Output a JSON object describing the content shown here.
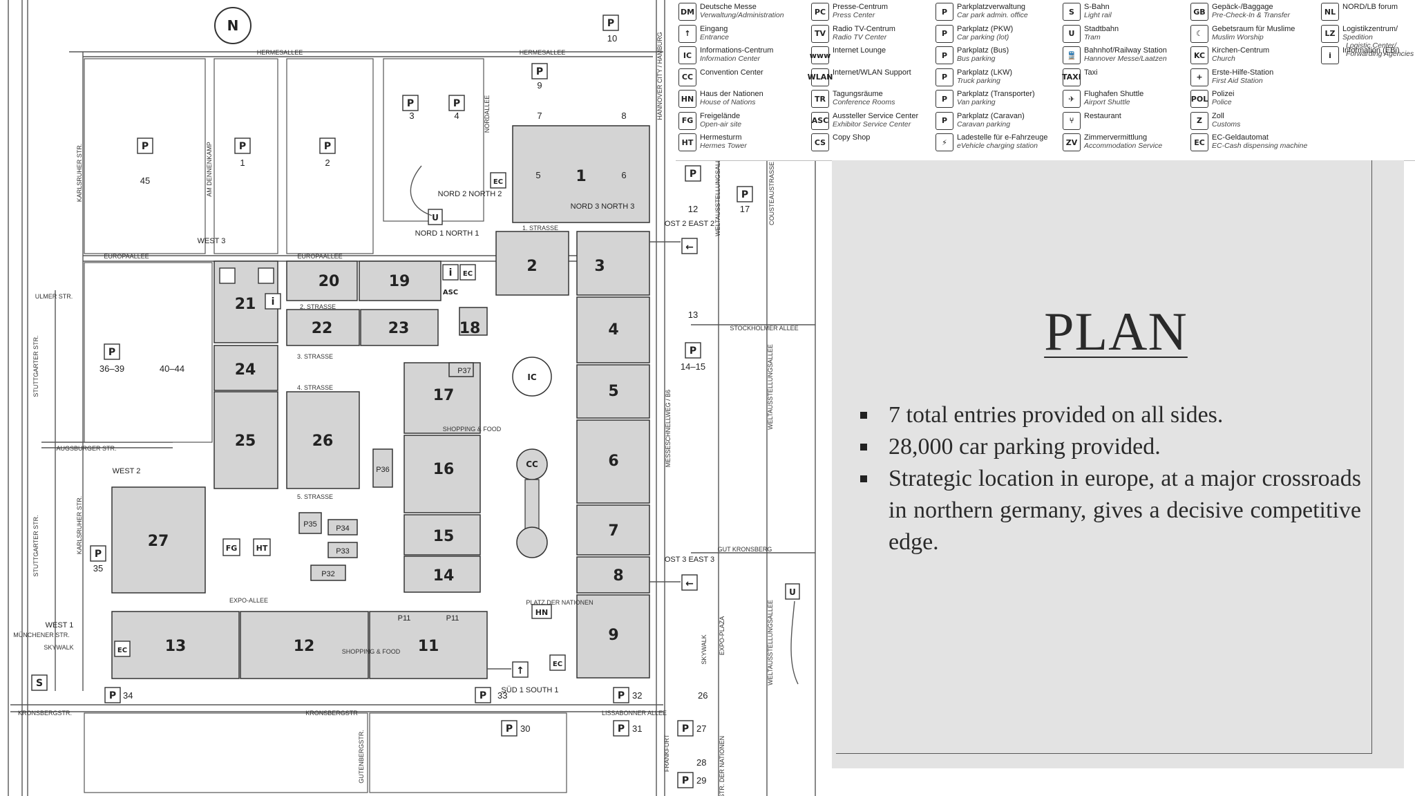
{
  "slide": {
    "title": "PLAN",
    "bullets": [
      "7 total entries provided on all sides.",
      "28,000 car parking provided.",
      "Strategic location in europe, at a major crossroads in northern germany, gives a decisive competitive edge."
    ]
  },
  "legend": {
    "items": [
      {
        "icon": "DM",
        "de": "Deutsche Messe",
        "en": "Verwaltung/Administration"
      },
      {
        "icon": "↑",
        "de": "Eingang",
        "en": "Entrance"
      },
      {
        "icon": "IC",
        "de": "Informations-Centrum",
        "en": "Information Center"
      },
      {
        "icon": "CC",
        "de": "Convention Center",
        "en": ""
      },
      {
        "icon": "HN",
        "de": "Haus der Nationen",
        "en": "House of Nations"
      },
      {
        "icon": "FG",
        "de": "Freigelände",
        "en": "Open-air site"
      },
      {
        "icon": "HT",
        "de": "Hermesturm",
        "en": "Hermes Tower"
      },
      {
        "icon": "PC",
        "de": "Presse-Centrum",
        "en": "Press Center"
      },
      {
        "icon": "TV",
        "de": "Radio TV-Centrum",
        "en": "Radio TV Center"
      },
      {
        "icon": "www",
        "de": "Internet Lounge",
        "en": ""
      },
      {
        "icon": "WLAN",
        "de": "Internet/WLAN Support",
        "en": ""
      },
      {
        "icon": "TR",
        "de": "Tagungsräume",
        "en": "Conference Rooms"
      },
      {
        "icon": "ASC",
        "de": "Aussteller Service Center",
        "en": "Exhibitor Service Center"
      },
      {
        "icon": "CS",
        "de": "Copy Shop",
        "en": ""
      },
      {
        "icon": "P",
        "de": "Parkplatzverwaltung",
        "en": "Car park admin. office"
      },
      {
        "icon": "P",
        "de": "Parkplatz (PKW)",
        "en": "Car parking (lot)"
      },
      {
        "icon": "P",
        "de": "Parkplatz (Bus)",
        "en": "Bus parking"
      },
      {
        "icon": "P",
        "de": "Parkplatz (LKW)",
        "en": "Truck parking"
      },
      {
        "icon": "P",
        "de": "Parkplatz (Transporter)",
        "en": "Van parking"
      },
      {
        "icon": "P",
        "de": "Parkplatz (Caravan)",
        "en": "Caravan parking"
      },
      {
        "icon": "⚡",
        "de": "Ladestelle für e-Fahrzeuge",
        "en": "eVehicle charging station"
      },
      {
        "icon": "S",
        "de": "S-Bahn",
        "en": "Light rail"
      },
      {
        "icon": "U",
        "de": "Stadtbahn",
        "en": "Tram"
      },
      {
        "icon": "🚆",
        "de": "Bahnhof/Railway Station",
        "en": "Hannover Messe/Laatzen"
      },
      {
        "icon": "TAXI",
        "de": "Taxi",
        "en": ""
      },
      {
        "icon": "✈",
        "de": "Flughafen Shuttle",
        "en": "Airport Shuttle"
      },
      {
        "icon": "⑂",
        "de": "Restaurant",
        "en": ""
      },
      {
        "icon": "ZV",
        "de": "Zimmervermittlung",
        "en": "Accommodation Service"
      },
      {
        "icon": "GB",
        "de": "Gepäck-/Baggage",
        "en": "Pre-Check-In & Transfer"
      },
      {
        "icon": "☾",
        "de": "Gebetsraum für Muslime",
        "en": "Muslim Worship"
      },
      {
        "icon": "KC",
        "de": "Kirchen-Centrum",
        "en": "Church"
      },
      {
        "icon": "+",
        "de": "Erste-Hilfe-Station",
        "en": "First Aid Station"
      },
      {
        "icon": "POL",
        "de": "Polizei",
        "en": "Police"
      },
      {
        "icon": "Z",
        "de": "Zoll",
        "en": "Customs"
      },
      {
        "icon": "EC",
        "de": "EC-Geldautomat",
        "en": "EC-Cash dispensing machine"
      },
      {
        "icon": "NL",
        "de": "NORD/LB forum",
        "en": ""
      },
      {
        "icon": "LZ",
        "de": "Logistikzentrum/",
        "en": "Spedition"
      },
      {
        "icon": "i",
        "de": "Information (EBi)",
        "en": ""
      }
    ],
    "logistics_extra": "Logistic Center/ Forwarding Agencies"
  },
  "map": {
    "compass": "N",
    "streets": {
      "hermesallee_left": "HERMESALLEE",
      "hermesallee_right": "HERMESALLEE",
      "europaallee_left": "EUROPAALLEE",
      "europaallee_mid": "EUROPAALLEE",
      "ulmer": "ULMER STR.",
      "augsburger": "AUGSBURGER STR.",
      "expo_allee": "EXPO-ALLEE",
      "kronsberg_left": "KRONSBERGSTR.",
      "kronsberg_mid": "KRONSBERGSTR",
      "lissabonner": "LISSABONNER ALLEE",
      "stockholmer": "STOCKHOLMER ALLEE",
      "gut_kronsberg": "GUT KRONSBERG",
      "muenchener": "MÜNCHENER STR.",
      "skywalk": "SKYWALK",
      "strasse1": "1. STRASSE",
      "strasse2": "2. STRASSE",
      "strasse3": "3. STRASSE",
      "strasse4": "4. STRASSE",
      "strasse5": "5. STRASSE",
      "karlsruher": "KARLSRUHER STR.",
      "stuttgarter": "STUTTGARTER STR.",
      "am_dennenkamp": "AM DENNENKAMP",
      "messeschnellweg": "MESSESCHNELLWEG / B6",
      "weltausstellung": "WELTAUSSTELLUNGSALLEE",
      "frankfurt": "FRANKFURT",
      "hannover_city": "HANNOVER CITY / HAMBURG",
      "platz": "PLATZ DER NATIONEN",
      "shopping": "SHOPPING & FOOD",
      "expo_plaza": "EXPO-PLAZA",
      "skywalk_v": "SKYWALK",
      "str_der_nationen": "STR. DER NATIONEN",
      "nordallee": "NORDALLEE",
      "coustausstrasse": "COUSTEAUSTRASSE",
      "gutenberg": "GUTENBERGSTR."
    },
    "entrances": {
      "nord1": "NORD 1\nNORTH 1",
      "nord2": "NORD 2\nNORTH 2",
      "nord3": "NORD 3\nNORTH 3",
      "west1": "WEST 1",
      "west2": "WEST 2",
      "west3": "WEST 3",
      "ost2": "OST 2\nEAST 2",
      "ost3": "OST 3\nEAST 3",
      "sued1": "SÜD 1\nSOUTH 1"
    },
    "halls": [
      "1",
      "2",
      "3",
      "4",
      "5",
      "6",
      "7",
      "8",
      "9",
      "11",
      "12",
      "13",
      "14",
      "15",
      "16",
      "17",
      "18",
      "19",
      "20",
      "21",
      "22",
      "23",
      "24",
      "25",
      "26",
      "27"
    ],
    "parking": [
      "10",
      "9",
      "7",
      "8",
      "3",
      "4",
      "5",
      "6",
      "1",
      "2",
      "45",
      "12",
      "17",
      "13",
      "14–15",
      "36–39",
      "40–44",
      "35",
      "34",
      "33",
      "30",
      "31",
      "32",
      "26",
      "27",
      "28",
      "29"
    ],
    "pavilions": [
      "P37",
      "P36",
      "P35",
      "P34",
      "P33",
      "P32",
      "P11",
      "P11"
    ],
    "labels": {
      "fg": "FG",
      "ht": "HT",
      "hn": "HN",
      "ic": "IC",
      "cc": "CC",
      "asc": "ASC"
    }
  }
}
